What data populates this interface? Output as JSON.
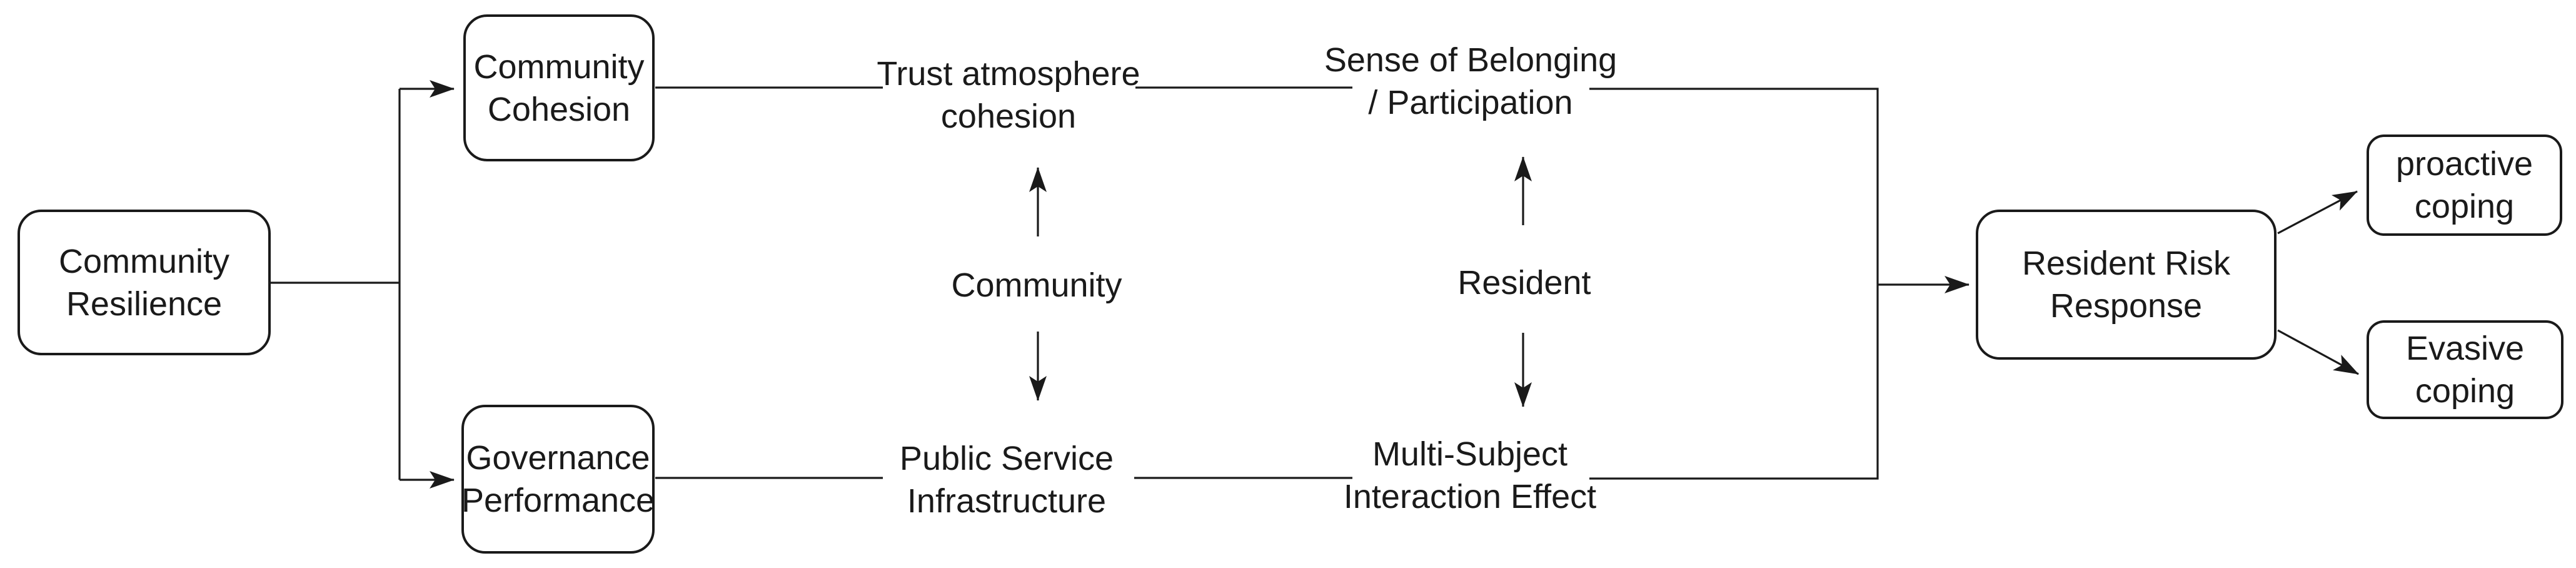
{
  "diagram": {
    "colors": {
      "background": "#ffffff",
      "line": "#1a1a1a",
      "text": "#1a1a1a"
    },
    "boxes": [
      {
        "id": "community-resilience",
        "label": "Community\nResilience"
      },
      {
        "id": "community-cohesion",
        "label": "Community\nCohesion"
      },
      {
        "id": "governance-performance",
        "label": "Governance\nPerformance"
      },
      {
        "id": "resident-risk-response",
        "label": "Resident Risk\nResponse"
      },
      {
        "id": "proactive-coping",
        "label": "proactive\ncoping"
      },
      {
        "id": "evasive-coping",
        "label": "Evasive\ncoping"
      }
    ],
    "labels": [
      {
        "id": "trust-atmosphere-cohesion",
        "label": "Trust atmosphere\ncohesion"
      },
      {
        "id": "sense-of-belonging",
        "label": "Sense of Belonging\n/ Participation"
      },
      {
        "id": "community",
        "label": "Community"
      },
      {
        "id": "resident",
        "label": "Resident"
      },
      {
        "id": "public-service-infrastructure",
        "label": "Public Service\nInfrastructure"
      },
      {
        "id": "multi-subject-interaction",
        "label": "Multi-Subject\nInteraction Effect"
      }
    ],
    "connections": [
      {
        "from": "community-resilience",
        "to": "community-cohesion",
        "style": "arrow"
      },
      {
        "from": "community-resilience",
        "to": "governance-performance",
        "style": "arrow"
      },
      {
        "from": "community-cohesion",
        "to": "trust-atmosphere-cohesion",
        "style": "line"
      },
      {
        "from": "trust-atmosphere-cohesion",
        "to": "sense-of-belonging",
        "style": "line"
      },
      {
        "from": "governance-performance",
        "to": "public-service-infrastructure",
        "style": "line"
      },
      {
        "from": "public-service-infrastructure",
        "to": "multi-subject-interaction",
        "style": "line"
      },
      {
        "from": "community",
        "to": "trust-atmosphere-cohesion",
        "style": "arrow"
      },
      {
        "from": "community",
        "to": "public-service-infrastructure",
        "style": "arrow"
      },
      {
        "from": "resident",
        "to": "sense-of-belonging",
        "style": "arrow"
      },
      {
        "from": "resident",
        "to": "multi-subject-interaction",
        "style": "arrow"
      },
      {
        "from": "sense-of-belonging",
        "to": "resident-risk-response",
        "style": "arrow"
      },
      {
        "from": "multi-subject-interaction",
        "to": "resident-risk-response",
        "style": "arrow"
      },
      {
        "from": "resident-risk-response",
        "to": "proactive-coping",
        "style": "arrow"
      },
      {
        "from": "resident-risk-response",
        "to": "evasive-coping",
        "style": "arrow"
      }
    ]
  }
}
